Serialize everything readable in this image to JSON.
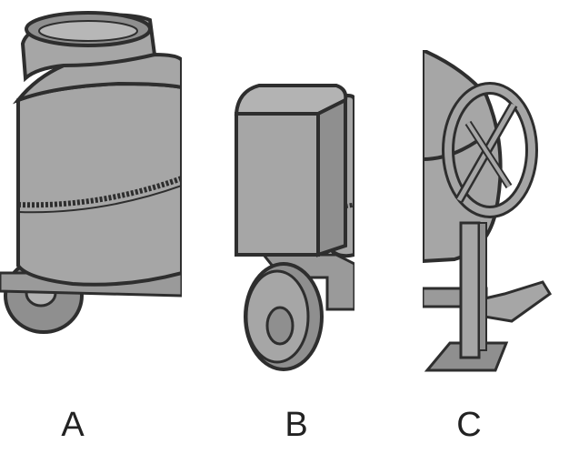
{
  "panels": [
    {
      "label": "A"
    },
    {
      "label": "B"
    },
    {
      "label": "C"
    }
  ],
  "colors": {
    "body_fill": "#a6a6a6",
    "body_shade": "#8f8f8f",
    "outline": "#2e2e2e",
    "background": "#ffffff"
  }
}
